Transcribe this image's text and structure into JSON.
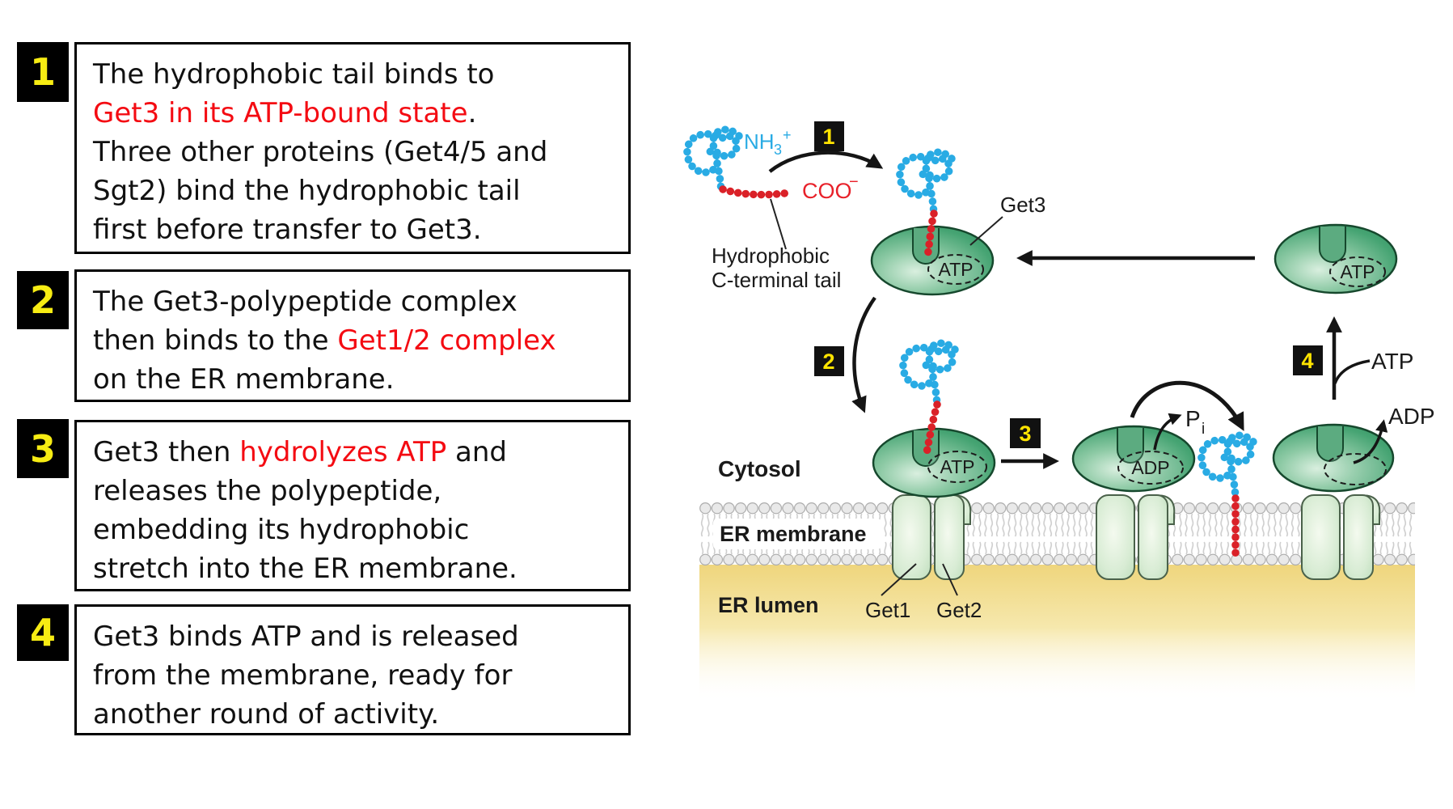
{
  "boxes": [
    {
      "num": "1",
      "lines": [
        {
          "pre": "The hydrophobic tail binds to"
        },
        {
          "red": "Get3 in its ATP-bound state",
          "post": "."
        },
        {
          "pre": "Three other proteins (Get4/5 and"
        },
        {
          "pre": "Sgt2) bind the hydrophobic tail"
        },
        {
          "pre": "first before transfer to Get3."
        }
      ]
    },
    {
      "num": "2",
      "lines": [
        {
          "pre": "The Get3-polypeptide complex"
        },
        {
          "pre": "then binds to the ",
          "red": "Get1/2 complex"
        },
        {
          "pre": "on the ER membrane."
        }
      ]
    },
    {
      "num": "3",
      "lines": [
        {
          "pre": "Get3 then ",
          "red": "hydrolyzes ATP",
          "post": " and"
        },
        {
          "pre": "releases the polypeptide,"
        },
        {
          "pre": "embedding its hydrophobic"
        },
        {
          "pre": "stretch into the ER membrane."
        }
      ]
    },
    {
      "num": "4",
      "lines": [
        {
          "pre": "Get3 binds ATP and is released"
        },
        {
          "pre": "from the membrane, ready for"
        },
        {
          "pre": "another round of activity."
        }
      ]
    }
  ],
  "diagram": {
    "badges": {
      "b1": "1",
      "b2": "2",
      "b3": "3",
      "b4": "4"
    },
    "labels": {
      "nh3_base": "NH",
      "nh3_sub": "3",
      "nh3_sup": "+",
      "coo_base": "COO",
      "coo_sup": "−",
      "hydrophobic_1": "Hydrophobic",
      "hydrophobic_2": "C-terminal tail",
      "get3": "Get3",
      "cytosol": "Cytosol",
      "er_membrane": "ER membrane",
      "er_lumen": "ER lumen",
      "get1": "Get1",
      "get2": "Get2",
      "atp_blob_free": "ATP",
      "atp_blob_top": "ATP",
      "atp_blob_mem": "ATP",
      "adp_blob_mem": "ADP",
      "atp_free": "ATP",
      "adp_free": "ADP",
      "pi_base": "P",
      "pi_sub": "i"
    },
    "colors": {
      "polypeptide_blue": "#29abe4",
      "tail_red": "#da2128",
      "text_red": "#f40b12",
      "badge_yellow": "#ffe400",
      "get3_green": "#46a473",
      "get12_pale_green": "#cfe6cc",
      "lumen_yellow": "#f1da84",
      "membrane_gray": "#e9e9e9"
    }
  }
}
